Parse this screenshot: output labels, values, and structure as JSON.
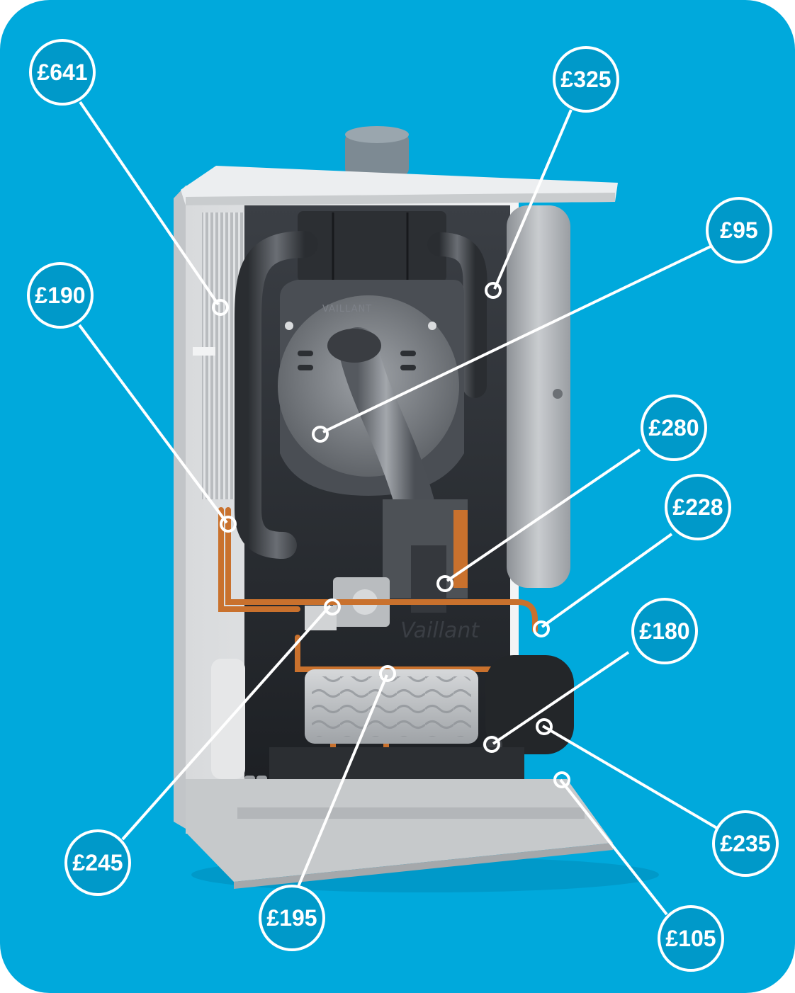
{
  "brand": {
    "wordmark": "Vaillant",
    "fan_badge": "VAILLANT"
  },
  "colors": {
    "background": "#00a9dc",
    "callout_stroke": "#ffffff",
    "copper": "#c9712d"
  },
  "callouts": [
    {
      "id": "flue-gas-heat-exchanger",
      "price": "£641"
    },
    {
      "id": "expansion-vessel",
      "price": "£325"
    },
    {
      "id": "fan",
      "price": "£95"
    },
    {
      "id": "copper-pipework",
      "price": "£190"
    },
    {
      "id": "spark-electrode",
      "price": "£280"
    },
    {
      "id": "pressure-relief-valve",
      "price": "£228"
    },
    {
      "id": "pump",
      "price": "£180"
    },
    {
      "id": "gas-valve",
      "price": "£245"
    },
    {
      "id": "diverter-valve",
      "price": "£235"
    },
    {
      "id": "plate-heat-exchanger",
      "price": "£195"
    },
    {
      "id": "printed-circuit-board",
      "price": "£105"
    }
  ]
}
